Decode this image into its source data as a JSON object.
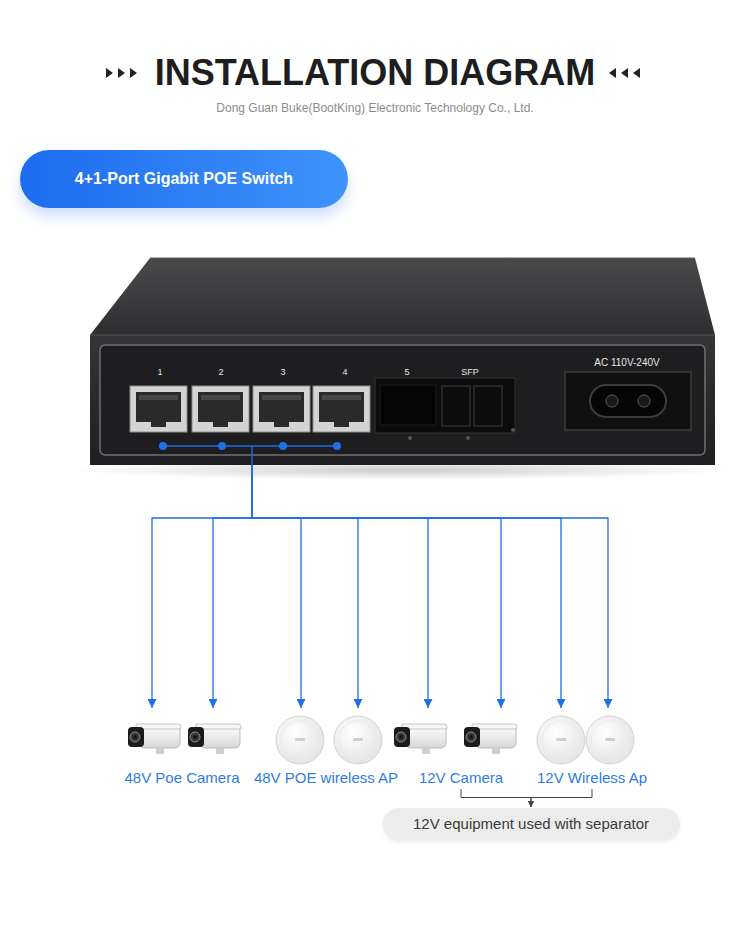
{
  "diagram": {
    "title": "INSTALLATION DIAGRAM",
    "nodes": [
      {
        "text": [
          "4+1-Port Gigabit POE Switch"
        ]
      },
      {
        "text": [
          "1",
          "2",
          "3",
          "4",
          "5",
          "SFP",
          "AC 110V-240V"
        ]
      },
      {
        "text": [
          "48V Poe Camera"
        ]
      },
      {
        "text": [
          "48V POE wireless AP"
        ]
      },
      {
        "text": [
          "12V Camera"
        ]
      },
      {
        "text": [
          "12V Wireless Ap"
        ]
      },
      {
        "text": [
          "12V equipment used with separator"
        ]
      }
    ],
    "edges": [
      {
        "from": 1,
        "to": 2,
        "arrow": "to"
      },
      {
        "from": 1,
        "to": 3,
        "arrow": "to"
      },
      {
        "from": 1,
        "to": 4,
        "arrow": "to"
      },
      {
        "from": 1,
        "to": 5,
        "arrow": "to"
      },
      {
        "from": 4,
        "to": 6,
        "arrow": "to"
      },
      {
        "from": 5,
        "to": 6,
        "arrow": "to"
      }
    ],
    "labels": [
      "Dong Guan Buke(BootKing) Electronic Technology Co., Ltd."
    ]
  }
}
